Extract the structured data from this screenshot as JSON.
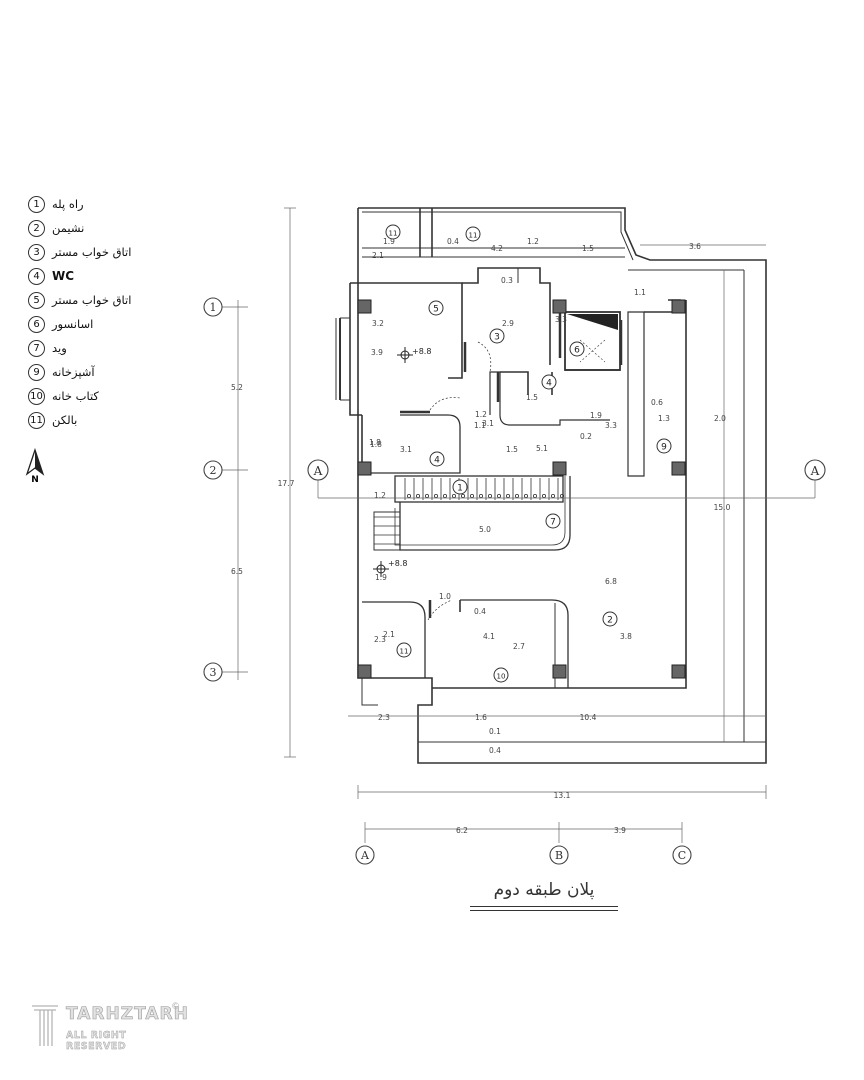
{
  "legend": [
    {
      "num": "1",
      "label": "راه پله"
    },
    {
      "num": "2",
      "label": "نشیمن"
    },
    {
      "num": "3",
      "label": "اتاق خواب مستر"
    },
    {
      "num": "4",
      "label": "WC"
    },
    {
      "num": "5",
      "label": "اتاق خواب مستر"
    },
    {
      "num": "6",
      "label": "اسانسور"
    },
    {
      "num": "7",
      "label": "وید"
    },
    {
      "num": "9",
      "label": "آشپزخانه"
    },
    {
      "num": "10",
      "label": "کتاب خانه"
    },
    {
      "num": "11",
      "label": "بالکن"
    }
  ],
  "north_label": "N",
  "grid_axes": {
    "rows": [
      "1",
      "2",
      "3"
    ],
    "columns": [
      "A",
      "B",
      "C"
    ],
    "section_marker": "A"
  },
  "dimensions": {
    "overall_height": "17.7",
    "row_1_2": "5.2",
    "row_2_3": "6.5",
    "overall_width": "13.1",
    "col_a_b": "6.2",
    "col_b_c": "3.9",
    "right_side": "15.0",
    "top_right": "3.6",
    "bottom_left": "2.3",
    "bottom_mid": "1.6",
    "bottom_right": "10.4",
    "stair_offset_0_1": "0.1",
    "stair_offset_0_4": "0.4"
  },
  "interior_dims": [
    "1.9",
    "0.4",
    "4.2",
    "1.2",
    "1.5",
    "2.1",
    "0.3",
    "1.1",
    "3.2",
    "2.9",
    "3.3",
    "3.9",
    "1.5",
    "0.6",
    "1.2",
    "1.8",
    "1.9",
    "3.1",
    "3.3",
    "2.0",
    "1.3",
    "1.8",
    "3.1",
    "1.5",
    "5.1",
    "0.2",
    "1.2",
    "5.0",
    "6.8",
    "1.9",
    "1.0",
    "0.4",
    "2.3",
    "2.1",
    "4.1",
    "2.7",
    "3.8",
    "1.1"
  ],
  "levels": [
    "+8.8",
    "+8.8"
  ],
  "room_tags": [
    "11",
    "11",
    "5",
    "3",
    "6",
    "4",
    "4",
    "9",
    "1",
    "7",
    "2",
    "11",
    "10"
  ],
  "plan_title": "پلان طبقه دوم",
  "watermark": {
    "brand": "TARHZTARH",
    "sub": "ALL RIGHT RESERVED",
    "mark": "©"
  },
  "colors": {
    "line": "#333333",
    "dim": "#555555",
    "column": "#555555"
  }
}
